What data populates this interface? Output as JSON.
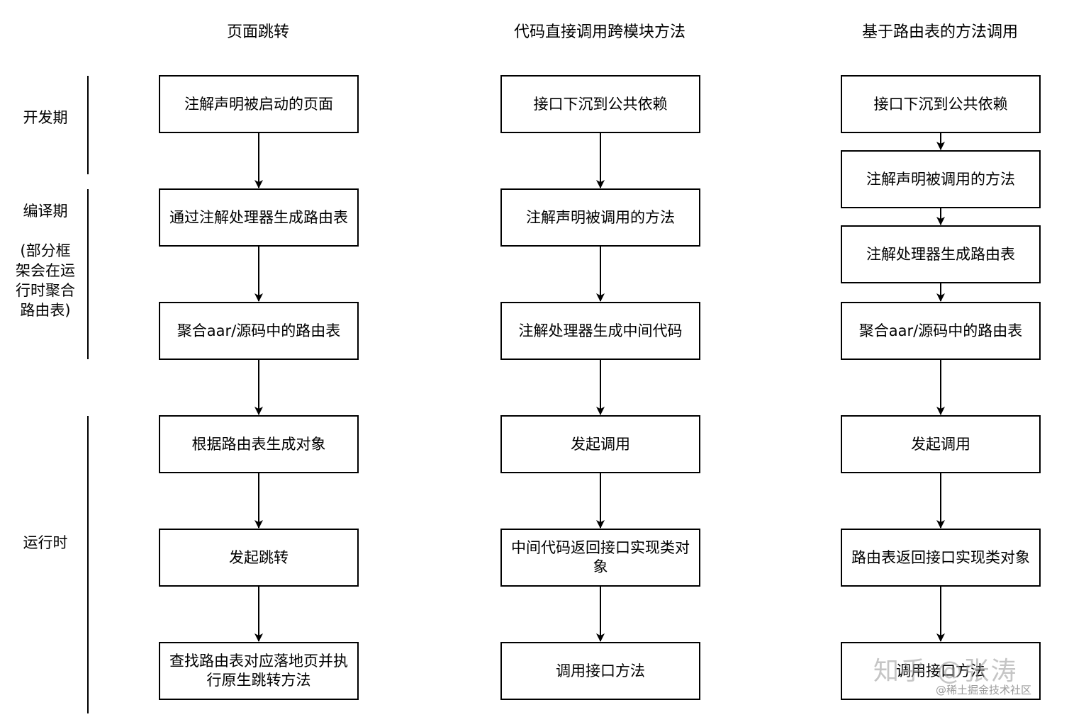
{
  "columns": [
    {
      "title": "页面跳转",
      "boxes": [
        "注解声明被启动的页面",
        "通过注解处理器生成路由表",
        "聚合aar/源码中的路由表",
        "根据路由表生成对象",
        "发起跳转",
        "查找路由表对应落地页并执行原生跳转方法"
      ]
    },
    {
      "title": "代码直接调用跨模块方法",
      "boxes": [
        "接口下沉到公共依赖",
        "注解声明被调用的方法",
        "注解处理器生成中间代码",
        "发起调用",
        "中间代码返回接口实现类对象",
        "调用接口方法"
      ]
    },
    {
      "title": "基于路由表的方法调用",
      "boxes": [
        "接口下沉到公共依赖",
        "注解声明被调用的方法",
        "注解处理器生成路由表",
        "聚合aar/源码中的路由表",
        "发起调用",
        "路由表返回接口实现类对象",
        "调用接口方法"
      ]
    }
  ],
  "phases": {
    "dev": "开发期",
    "compile": "编译期",
    "compile_note": "(部分框架会在运行时聚合路由表)",
    "runtime": "运行时"
  },
  "watermark": {
    "logo": "知乎 @张涛",
    "sub": "@稀土掘金技术社区"
  }
}
